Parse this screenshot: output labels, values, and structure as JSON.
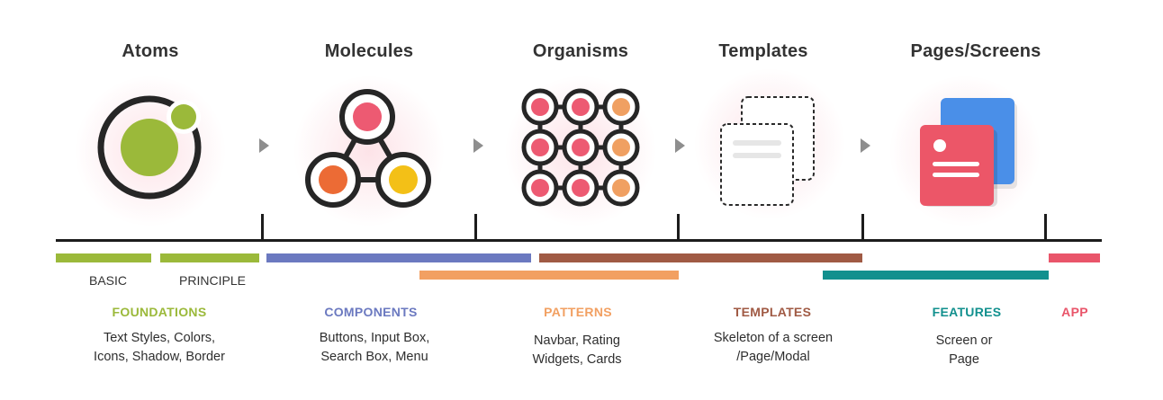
{
  "stages": [
    {
      "title": "Atoms",
      "icon": "atom-icon"
    },
    {
      "title": "Molecules",
      "icon": "molecule-icon"
    },
    {
      "title": "Organisms",
      "icon": "organism-icon"
    },
    {
      "title": "Templates",
      "icon": "template-icon"
    },
    {
      "title": "Pages/Screens",
      "icon": "pages-icon"
    }
  ],
  "sublabels": {
    "basic": "BASIC",
    "principle": "PRINCIPLE"
  },
  "categories": [
    {
      "title": "FOUNDATIONS",
      "color": "#9bb93a",
      "desc": [
        "Text Styles, Colors,",
        "Icons, Shadow, Border"
      ]
    },
    {
      "title": "COMPONENTS",
      "color": "#6b79c0",
      "desc": [
        "Buttons, Input Box,",
        "Search Box, Menu"
      ]
    },
    {
      "title": "PATTERNS",
      "color": "#f2a062",
      "desc": [
        "Navbar, Rating",
        "Widgets, Cards"
      ]
    },
    {
      "title": "TEMPLATES",
      "color": "#a05a44",
      "desc": [
        "Skeleton of a screen",
        "/Page/Modal"
      ]
    },
    {
      "title": "FEATURES",
      "color": "#12908e",
      "desc": [
        "Screen or",
        "Page"
      ]
    },
    {
      "title": "APP",
      "color": "#e9556a",
      "desc": []
    }
  ],
  "colors": {
    "atom_green": "#9bb93a",
    "pink": "#ed5a72",
    "orange": "#ec6b35",
    "yellow": "#f3c017",
    "light_orange": "#f0a062",
    "dark": "#262626",
    "blue": "#4a8fe8",
    "red_card": "#ec5668"
  }
}
